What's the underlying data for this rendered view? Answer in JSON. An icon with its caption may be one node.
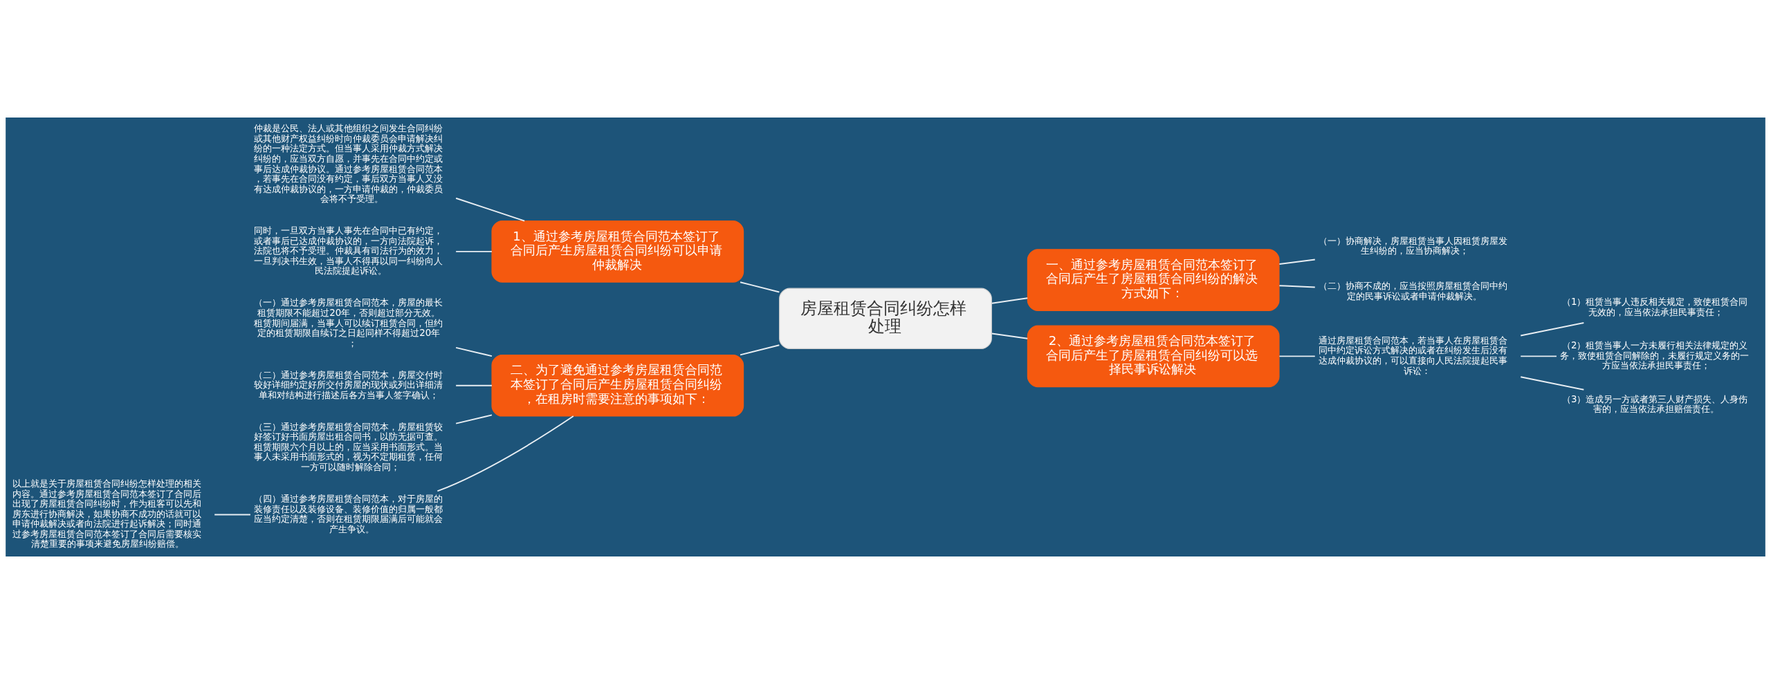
{
  "diagram": {
    "nodes": [
      {
        "text": [
          "房屋租赁合同纠纷怎样处理"
        ]
      },
      {
        "text": [
          "1、通过参考房屋租赁合同范本签订了合同后产生房屋租赁合同纠纷可以申请仲裁解决"
        ]
      },
      {
        "text": [
          "仲裁是公民、法人或其他组织之间发生合同纠纷或其他财产权益纠纷时向仲裁委员会申请解决纠纷的一种法定方式。但当事人采用仲裁方式解决纠纷的，应当双方自愿，并事先在合同中约定或事后达成仲裁协议。通过参考房屋租赁合同范本，若事先在合同没有约定，事后双方当事人又没有达成仲裁协议的，一方申请仲裁的，仲裁委员会将不予受理。"
        ]
      },
      {
        "text": [
          "同时，一旦双方当事人事先在合同中已有约定，或者事后已达成仲裁协议的，一方向法院起诉，法院也将不予受理。仲裁具有司法行为的效力，一旦判决书生效，当事人不得再以同一纠纷向人民法院提起诉讼。"
        ]
      },
      {
        "text": [
          "二、为了避免通过参考房屋租赁合同范本签订了合同后产生房屋租赁合同纠纷，在租房时需要注意的事项如下："
        ]
      },
      {
        "text": [
          "（一）通过参考房屋租赁合同范本，房屋的最长租赁期限不能超过20年，否则超过部分无效。租赁期间届满，当事人可以续订租赁合同，但约定的租赁期限自续订之日起同样不得超过20年；"
        ]
      },
      {
        "text": [
          "（二）通过参考房屋租赁合同范本，房屋交付时较好详细约定好所交付房屋的现状或列出详细清单和对结构进行描述后各方当事人签字确认；"
        ]
      },
      {
        "text": [
          "（三）通过参考房屋租赁合同范本，房屋租赁较好签订好书面房屋出租合同书，以防无据可查。租赁期限六个月以上的，应当采用书面形式。当事人未采用书面形式的，视为不定期租赁，任何一方可以随时解除合同；"
        ]
      },
      {
        "text": [
          "（四）通过参考房屋租赁合同范本，对于房屋的装修责任以及装修设备、装修价值的归属一般都应当约定清楚，否则在租赁期限届满后可能就会产生争议。"
        ]
      },
      {
        "text": [
          "以上就是关于房屋租赁合同纠纷怎样处理的相关内容。通过参考房屋租赁合同范本签订了合同后出现了房屋租赁合同纠纷时，作为租客可以先和房东进行协商解决，如果协商不成功的话就可以申请仲裁解决或者向法院进行起诉解决；同时通过参考房屋租赁合同范本签订了合同后需要核实清楚重要的事项来避免房屋纠纷赔偿。"
        ]
      },
      {
        "text": [
          "一、通过参考房屋租赁合同范本签订了合同后产生了房屋租赁合同纠纷的解决方式如下："
        ]
      },
      {
        "text": [
          "（一）协商解决，房屋租赁当事人因租赁房屋发生纠纷的，应当协商解决；"
        ]
      },
      {
        "text": [
          "（二）协商不成的，应当按照房屋租赁合同中约定的民事诉讼或者申请仲裁解决。"
        ]
      },
      {
        "text": [
          "2、通过参考房屋租赁合同范本签订了合同后产生了房屋租赁合同纠纷可以选择民事诉讼解决"
        ]
      },
      {
        "text": [
          "通过房屋租赁合同范本，若当事人在房屋租赁合同中约定诉讼方式解决的或者在纠纷发生后没有达成仲裁协议的，可以直接向人民法院提起民事诉讼："
        ]
      },
      {
        "text": [
          "（1）租赁当事人违反相关规定，致使租赁合同无效的，应当依法承担民事责任；"
        ]
      },
      {
        "text": [
          "（2）租赁当事人一方未履行相关法律规定的义务，致使租赁合同解除的，未履行规定义务的一方应当依法承担民事责任；"
        ]
      },
      {
        "text": [
          "（3）造成另一方或者第三人财产损失、人身伤害的，应当依法承担赔偿责任。"
        ]
      }
    ],
    "edges": [
      {
        "from": 0,
        "to": 1,
        "arrow": "none"
      },
      {
        "from": 1,
        "to": 2,
        "arrow": "none"
      },
      {
        "from": 1,
        "to": 3,
        "arrow": "none"
      },
      {
        "from": 0,
        "to": 4,
        "arrow": "none"
      },
      {
        "from": 4,
        "to": 5,
        "arrow": "none"
      },
      {
        "from": 4,
        "to": 6,
        "arrow": "none"
      },
      {
        "from": 4,
        "to": 7,
        "arrow": "none"
      },
      {
        "from": 4,
        "to": 8,
        "arrow": "none"
      },
      {
        "from": 8,
        "to": 9,
        "arrow": "none"
      },
      {
        "from": 0,
        "to": 10,
        "arrow": "none"
      },
      {
        "from": 10,
        "to": 11,
        "arrow": "none"
      },
      {
        "from": 10,
        "to": 12,
        "arrow": "none"
      },
      {
        "from": 0,
        "to": 13,
        "arrow": "none"
      },
      {
        "from": 13,
        "to": 14,
        "arrow": "none"
      },
      {
        "from": 14,
        "to": 15,
        "arrow": "none"
      },
      {
        "from": 14,
        "to": 16,
        "arrow": "none"
      },
      {
        "from": 14,
        "to": 17,
        "arrow": "none"
      }
    ]
  }
}
